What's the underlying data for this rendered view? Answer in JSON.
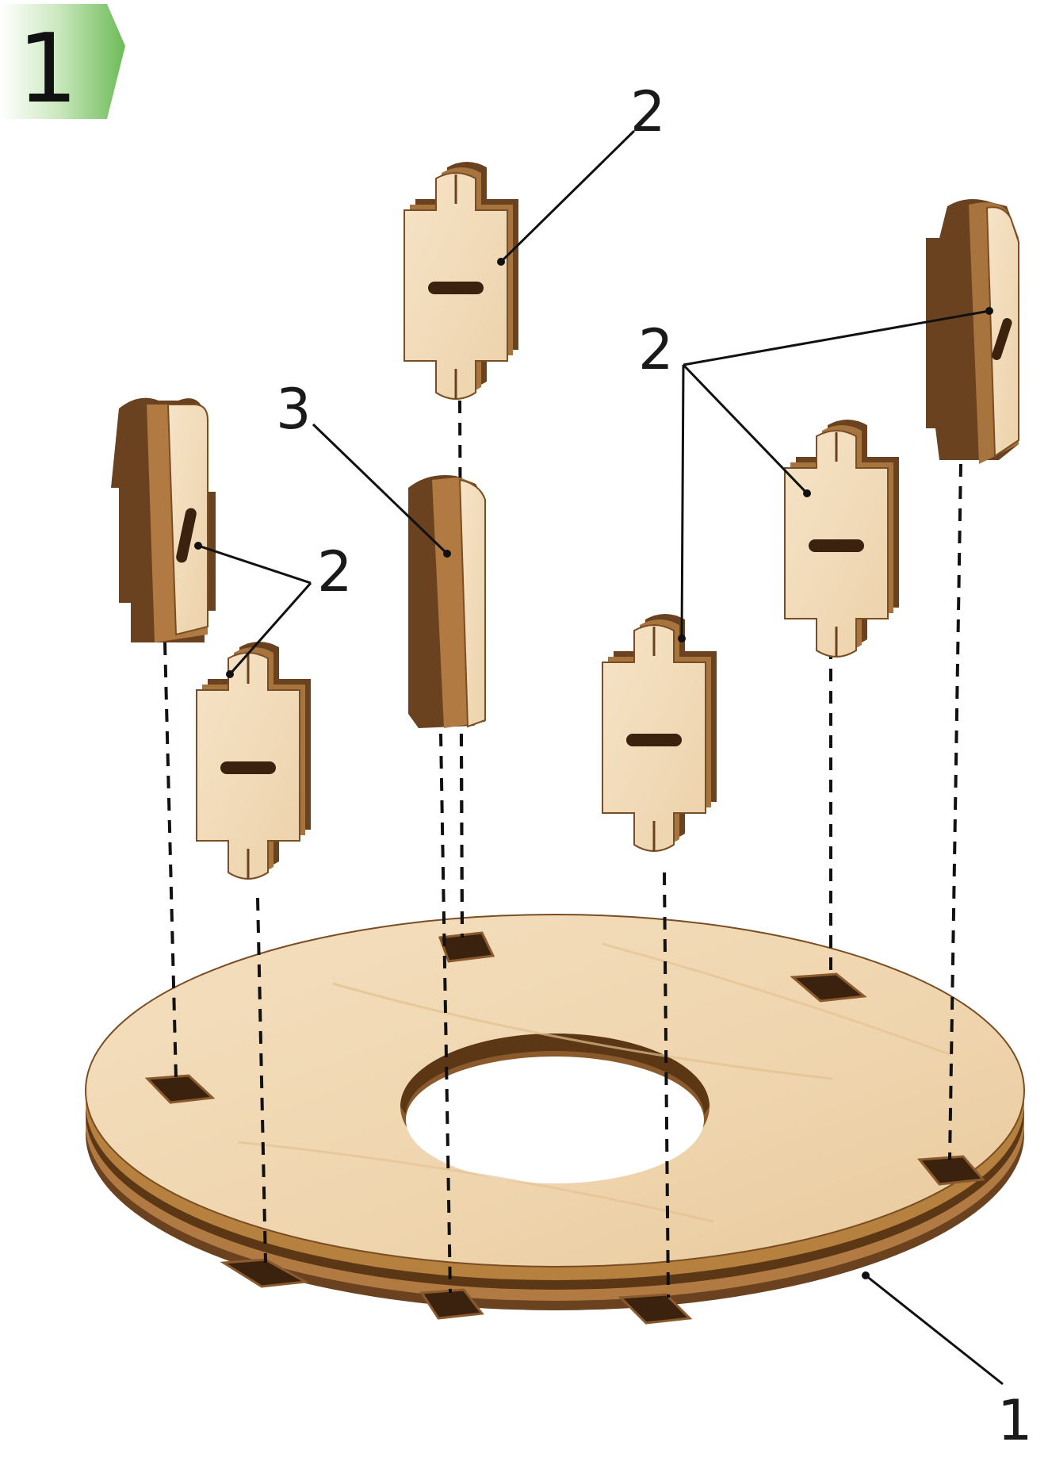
{
  "step": {
    "number": "1",
    "badge_color": "#7cc26a"
  },
  "callouts": {
    "post": "2",
    "middle_post": "3",
    "base": "1"
  },
  "colors": {
    "wood_face": "#f3ddbd",
    "wood_edge": "#8a5a2c",
    "wood_dark": "#5c3716",
    "slot": "#3b220e",
    "line": "#111111"
  }
}
